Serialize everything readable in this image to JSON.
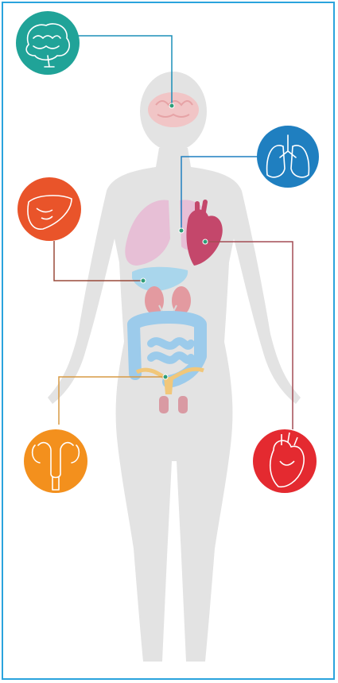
{
  "diagram": {
    "type": "human-organ-infographic",
    "colors": {
      "frame_border": "#2aa3dd",
      "silhouette": "#e3e3e3",
      "brain_circle": "#20a398",
      "lungs_circle": "#1f7fc0",
      "liver_circle": "#e9542a",
      "heart_circle": "#e42a30",
      "reproductive_circle": "#f3901d",
      "brain_organ": "#f1c5c6",
      "lungs_organ": "#e7bfd6",
      "heart_organ": "#c4476b",
      "liver_organ": "#a9d6ec",
      "kidney_organ": "#e39aa0",
      "intestine_organ": "#9ccbeb",
      "reproductive_organ": "#f1c77a",
      "connector_dot": "#2e9d78"
    },
    "callouts": [
      {
        "organ": "brain",
        "icon": "brain-icon",
        "circle_color": "#20a398",
        "line_color": "#1b8fb8"
      },
      {
        "organ": "lungs",
        "icon": "lungs-icon",
        "circle_color": "#1f7fc0",
        "line_color": "#1f7fc0"
      },
      {
        "organ": "liver",
        "icon": "liver-icon",
        "circle_color": "#e9542a",
        "line_color": "#9a4a3a"
      },
      {
        "organ": "heart",
        "icon": "heart-icon",
        "circle_color": "#e42a30",
        "line_color": "#a34d55"
      },
      {
        "organ": "reproductive-system",
        "icon": "uterus-icon",
        "circle_color": "#f3901d",
        "line_color": "#d79a45"
      }
    ]
  }
}
